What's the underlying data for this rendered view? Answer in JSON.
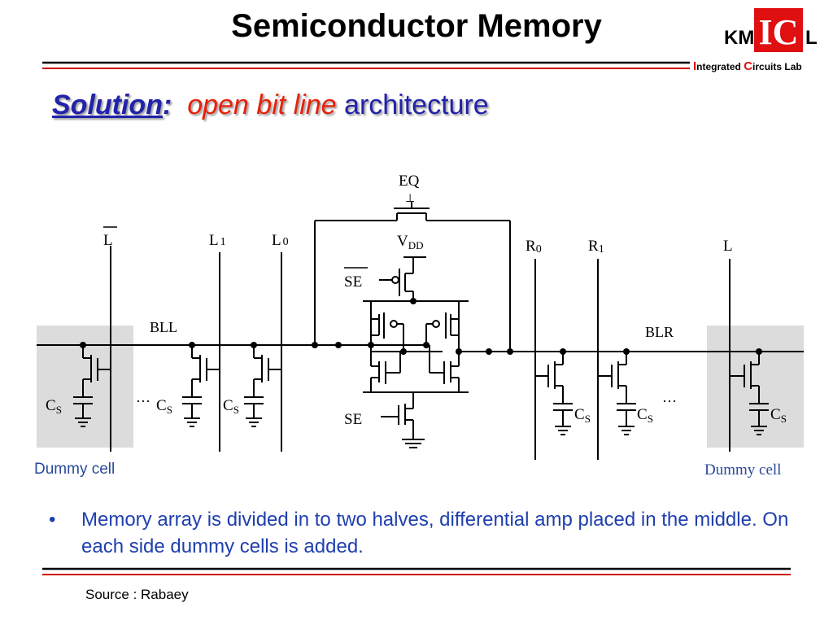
{
  "title": "Semiconductor Memory",
  "logo": {
    "text_km": "KM",
    "text_ic": "IC",
    "text_l": "L",
    "caption_i": "I",
    "caption_ntegrated": "ntegrated ",
    "caption_c": "C",
    "caption_ircuits": "ircuits Lab",
    "colors": {
      "red": "#e01010",
      "black": "#000000"
    }
  },
  "subtitle": {
    "solution": "Solution",
    "colon": ":",
    "open_bit_line": "open bit line",
    "architecture": "architecture"
  },
  "diagram": {
    "eq": "EQ",
    "eq_tee": "⊥",
    "l_bar": "L",
    "l1": "L",
    "l1_sub": "1",
    "l0": "L",
    "l0_sub": "0",
    "vdd": "V",
    "vdd_sub": "DD",
    "r0": "R",
    "r0_sub": "0",
    "r1": "R",
    "r1_sub": "1",
    "l_right": "L",
    "se_bar": "SE",
    "se": "SE",
    "bll": "BLL",
    "blr": "BLR",
    "cs": "C",
    "cs_sub": "S",
    "ellipsis": "…",
    "dummy_left": "Dummy cell",
    "dummy_right": "Dummy cell"
  },
  "bullet": {
    "marker": "•",
    "text": "Memory array is divided in to two halves,  differential amp placed in the middle. On each side dummy cells is added."
  },
  "source": "Source : Rabaey",
  "colors": {
    "subtitle_blue": "#2222aa",
    "highlight_red": "#e8200c",
    "bullet_blue": "#1f3fae",
    "rule_red": "#cc0000",
    "dummy_bg": "#dcdcdc"
  }
}
